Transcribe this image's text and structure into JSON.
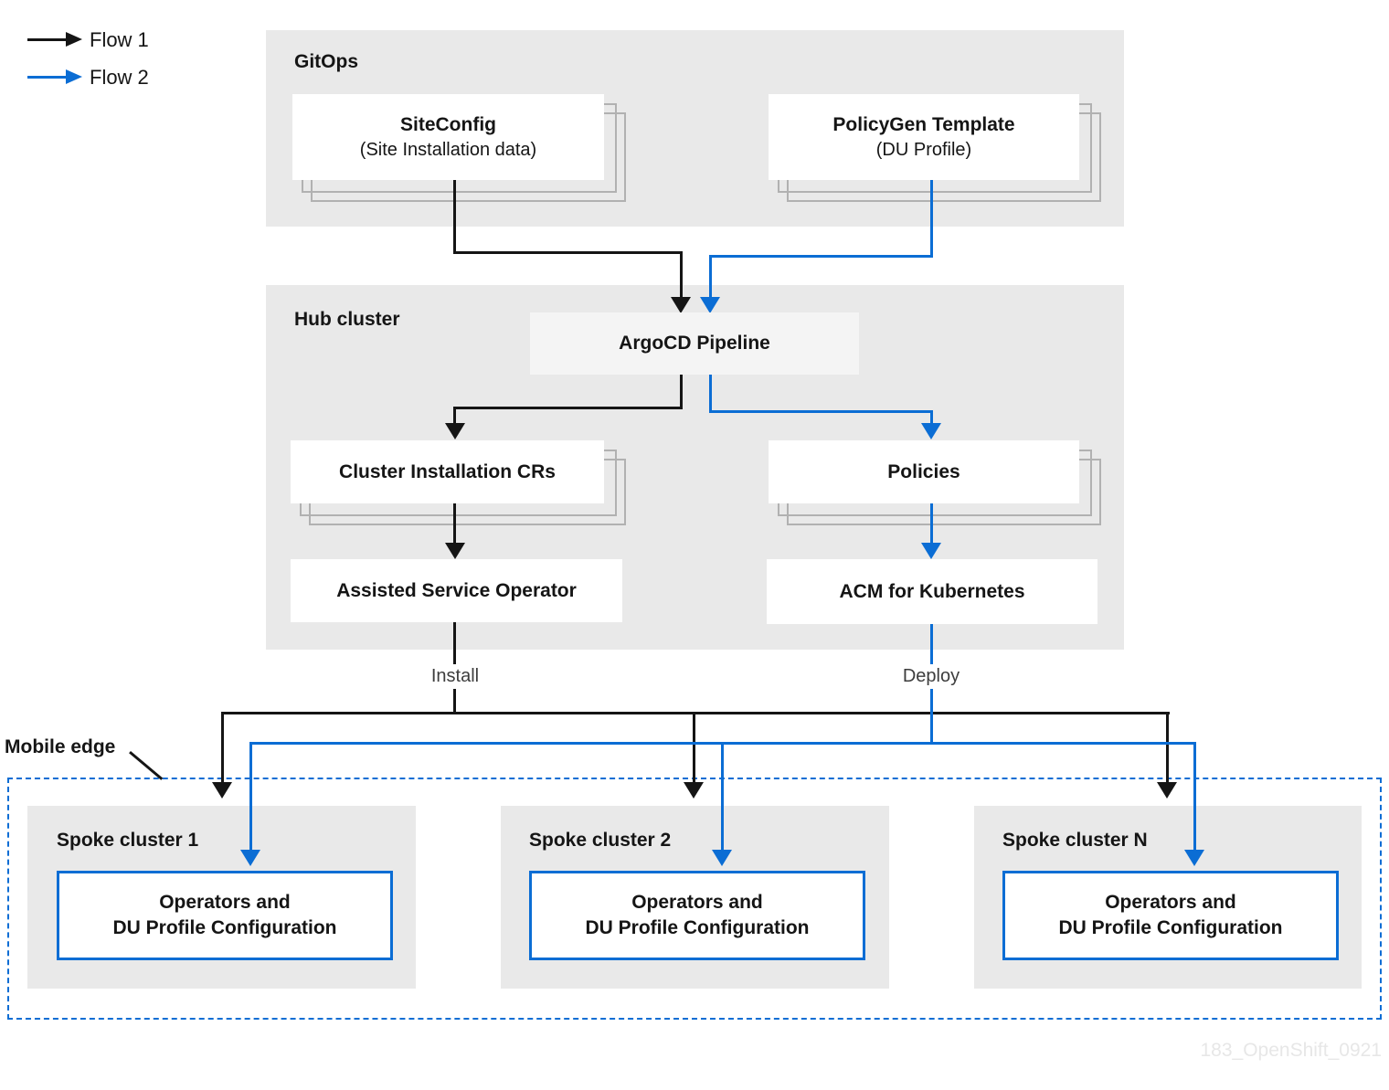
{
  "legend": {
    "flow1_label": "Flow 1",
    "flow2_label": "Flow 2"
  },
  "containers": {
    "gitops": {
      "title": "GitOps"
    },
    "hub": {
      "title": "Hub cluster"
    },
    "mobile_edge": {
      "title": "Mobile edge"
    }
  },
  "nodes": {
    "siteconfig": {
      "title": "SiteConfig",
      "subtitle": "(Site Installation data)"
    },
    "policygen": {
      "title": "PolicyGen Template",
      "subtitle": "(DU Profile)"
    },
    "argocd": {
      "label": "ArgoCD Pipeline"
    },
    "crs": {
      "label": "Cluster Installation CRs"
    },
    "policies": {
      "label": "Policies"
    },
    "aso": {
      "label": "Assisted Service Operator"
    },
    "acm": {
      "label": "ACM for Kubernetes"
    }
  },
  "edge_labels": {
    "install": "Install",
    "deploy": "Deploy"
  },
  "spokes": [
    {
      "title": "Spoke cluster 1",
      "line1": "Operators and",
      "line2": "DU Profile Configuration"
    },
    {
      "title": "Spoke cluster 2",
      "line1": "Operators and",
      "line2": "DU Profile Configuration"
    },
    {
      "title": "Spoke cluster N",
      "line1": "Operators and",
      "line2": "DU Profile Configuration"
    }
  ],
  "watermark": "183_OpenShift_0921",
  "colors": {
    "flow1": "#151515",
    "flow2": "#0b6dd4",
    "container_bg": "#e9e9e9",
    "argocd_bg": "#f4f4f4",
    "stack_border": "#b1b1b1",
    "node_bg": "#ffffff"
  }
}
